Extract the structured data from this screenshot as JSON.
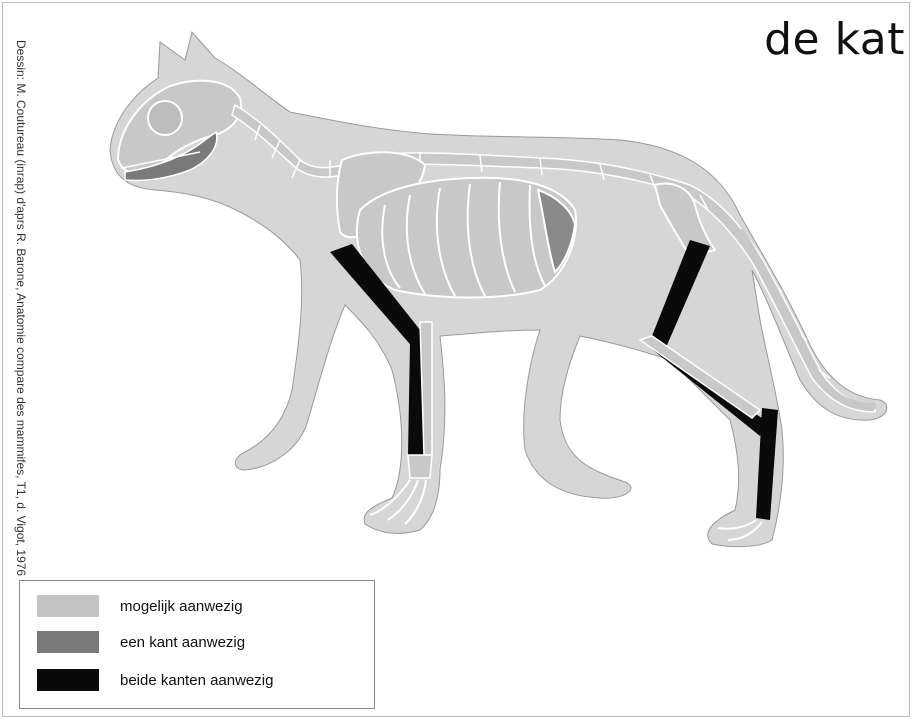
{
  "title": "de kat",
  "credit": "Dessin: M. Coutureau (inrap) d'aprs R. Barone, Anatomie compare des mammifes, T1, d. Vigot, 1976",
  "legend": {
    "items": [
      {
        "label": "mogelijk aanwezig",
        "color": "#c4c4c4"
      },
      {
        "label": "een kant aanwezig",
        "color": "#7a7a7a"
      },
      {
        "label": "beide kanten aanwezig",
        "color": "#0a0a0a"
      }
    ]
  },
  "colors": {
    "body_silhouette": "#d6d6d6",
    "bone_outline": "#ffffff",
    "possible": "#c4c4c4",
    "one_side": "#7a7a7a",
    "both_sides": "#0a0a0a"
  }
}
